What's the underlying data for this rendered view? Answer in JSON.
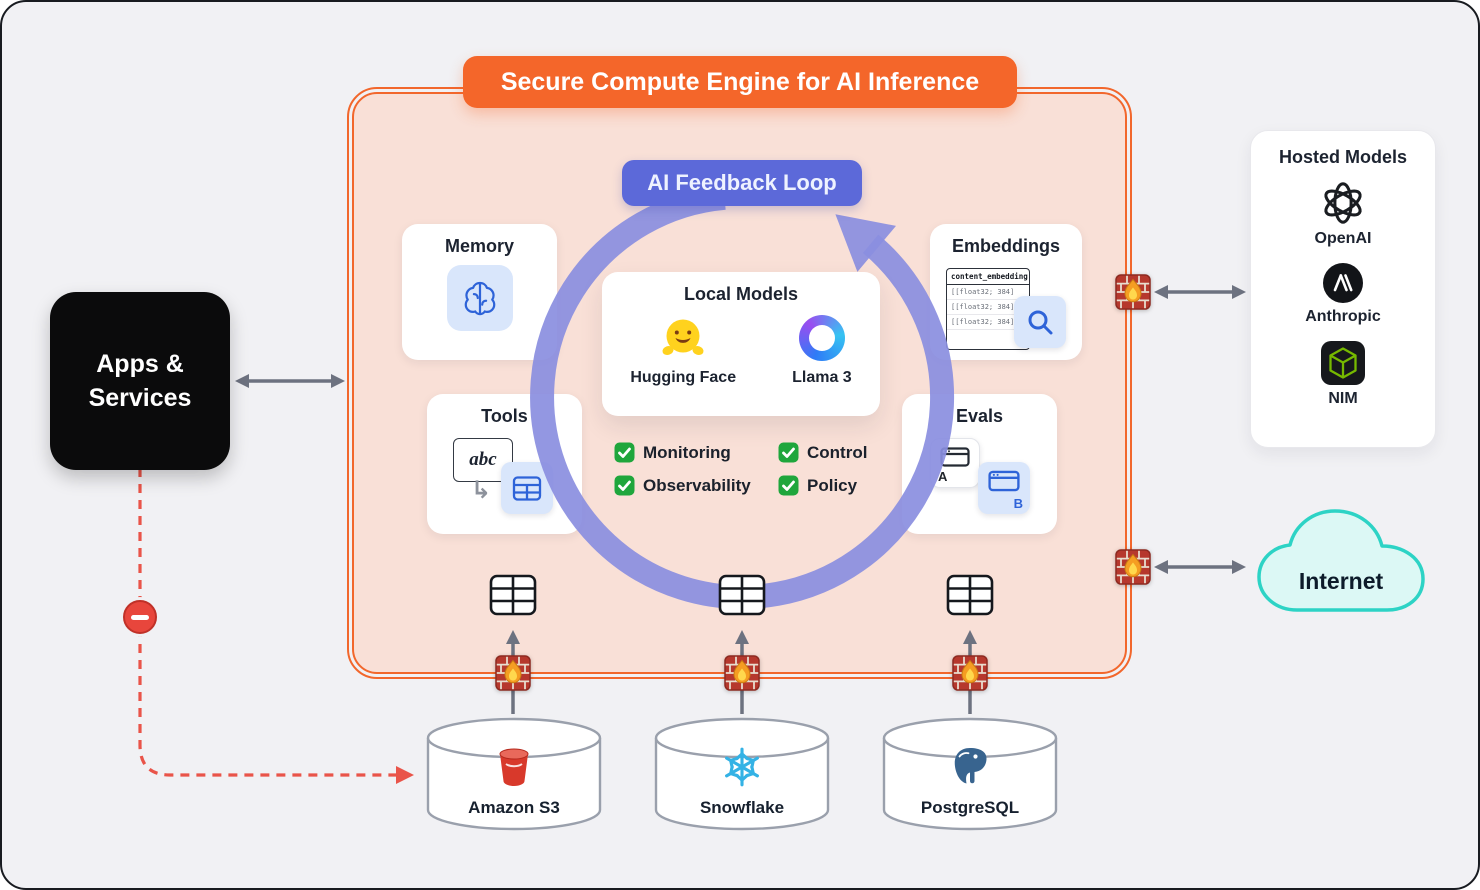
{
  "colors": {
    "accent_orange": "#F2672C",
    "engine_fill": "#F9E0D7",
    "loop_purple": "#8A8EE0",
    "badge_blue": "#5C69D9",
    "check_green": "#1FA63C",
    "alert_red": "#E95449",
    "internet_teal": "#2DD3C5"
  },
  "engine": {
    "title": "Secure Compute Engine for AI Inference",
    "feedback_loop": "AI Feedback Loop"
  },
  "apps_box": {
    "line1": "Apps &",
    "line2": "Services"
  },
  "memory": {
    "title": "Memory"
  },
  "embeddings": {
    "title": "Embeddings",
    "code_header": "content_embedding",
    "rows": [
      "[[float32; 384]",
      "[[float32; 384]",
      "[[float32; 384]"
    ]
  },
  "local_models": {
    "title": "Local Models",
    "items": [
      {
        "label": "Hugging Face"
      },
      {
        "label": "Llama 3"
      }
    ]
  },
  "tools": {
    "title": "Tools",
    "abc": "abc"
  },
  "evals": {
    "title": "Evals",
    "variant_a": "A",
    "variant_b": "B"
  },
  "checklist": {
    "items": [
      {
        "label": "Monitoring"
      },
      {
        "label": "Observability"
      },
      {
        "label": "Control"
      },
      {
        "label": "Policy"
      }
    ]
  },
  "hosted_models": {
    "title": "Hosted Models",
    "items": [
      {
        "name": "OpenAI"
      },
      {
        "name": "Anthropic"
      },
      {
        "name": "NIM"
      }
    ]
  },
  "internet": {
    "label": "Internet"
  },
  "databases": {
    "items": [
      {
        "name": "Amazon S3"
      },
      {
        "name": "Snowflake"
      },
      {
        "name": "PostgreSQL"
      }
    ]
  },
  "icons": {
    "brain-icon": "brain",
    "magnifier-icon": "magnifier",
    "table-icon": "table-grid",
    "window-a-icon": "browser-window-A",
    "window-b-icon": "browser-window-B",
    "check-icon": "green-check",
    "hugging-face-icon": "hugging-face-smiley",
    "llama3-icon": "gradient-ring",
    "firewall-icon": "brick-wall-flame",
    "no-entry-icon": "prohibited-sign",
    "openai-logo": "openai-knot",
    "anthropic-logo": "anthropic-mark",
    "nim-logo": "nvidia-nim-cube",
    "amazon-s3-logo": "red-bucket",
    "snowflake-logo": "blue-snowflake",
    "postgresql-logo": "elephant",
    "feedback-loop-arrow": "circular-arrow",
    "database-cylinder": "cylinder"
  }
}
